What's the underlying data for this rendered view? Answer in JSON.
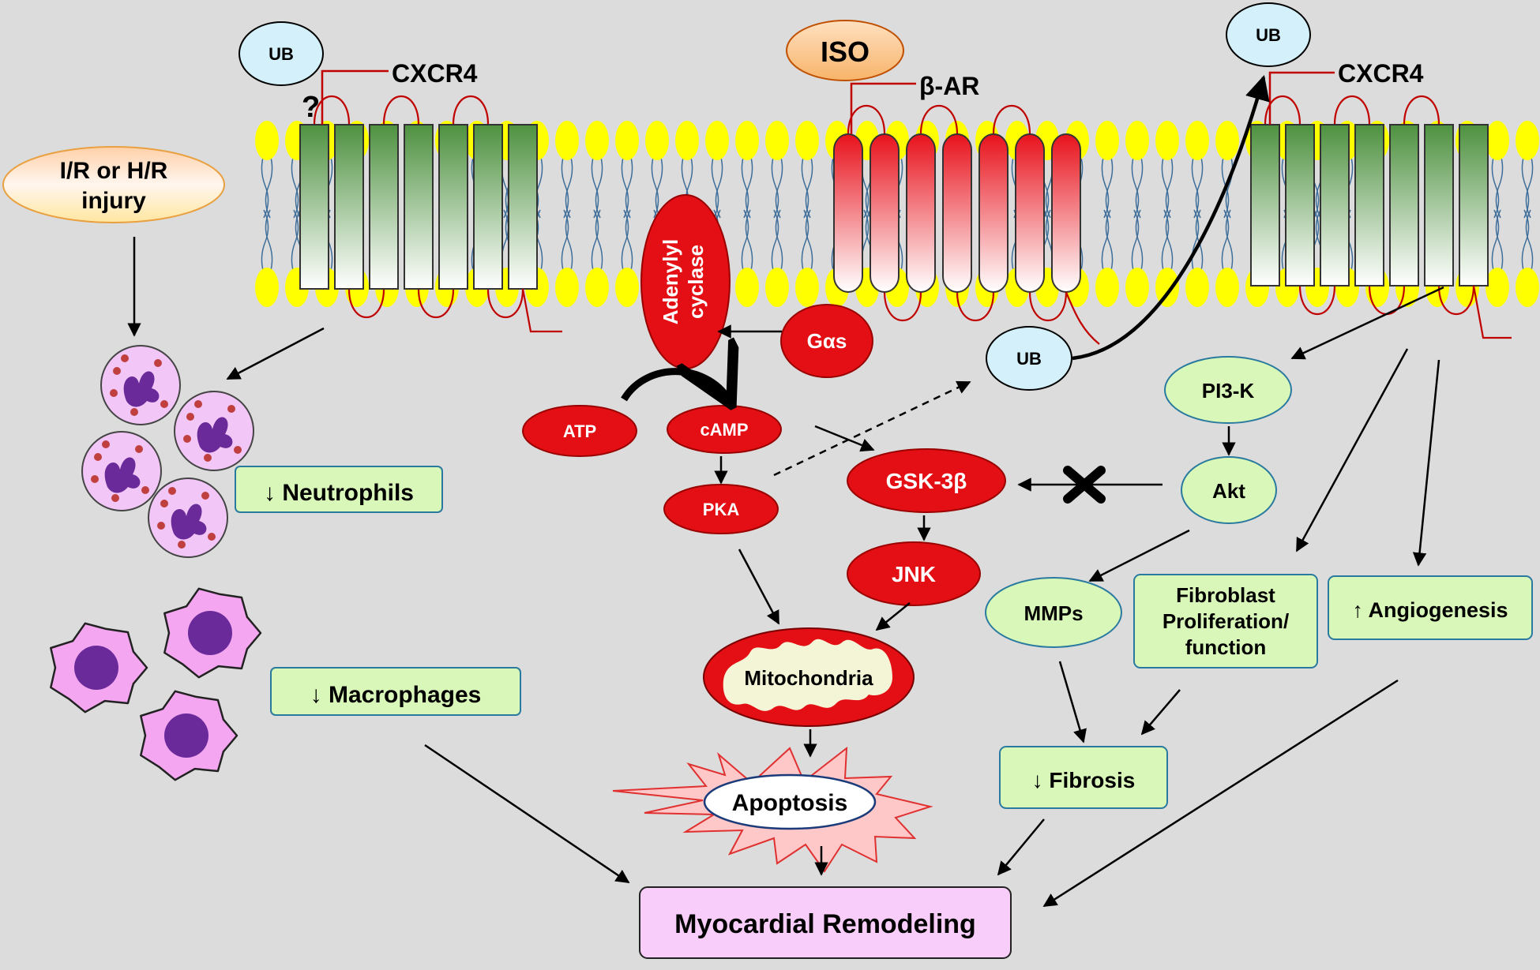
{
  "membrane": {
    "receptor_left": "CXCR4",
    "receptor_mid": "β-AR",
    "receptor_right": "CXCR4",
    "question_mark": "?"
  },
  "ovals": {
    "ub_top_left": "UB",
    "ub_top_right": "UB",
    "ub_mid": "UB",
    "iso": "ISO",
    "injury_line1": "I/R or H/R",
    "injury_line2": "injury",
    "adenylyl_line1": "Adenylyl",
    "adenylyl_line2": "cyclase",
    "gas": "Gαs",
    "atp": "ATP",
    "camp": "cAMP",
    "pka": "PKA",
    "gsk": "GSK-3β",
    "jnk": "JNK",
    "pi3k": "PI3-K",
    "akt": "Akt",
    "mmps": "MMPs",
    "mitochondria": "Mitochondria",
    "apoptosis": "Apoptosis"
  },
  "boxes": {
    "neutrophils": "↓ Neutrophils",
    "macrophages": "↓ Macrophages",
    "fibroblast_line1": "Fibroblast",
    "fibroblast_line2": "Proliferation/",
    "fibroblast_line3": "function",
    "angiogenesis": "↑ Angiogenesis",
    "fibrosis": "↓ Fibrosis",
    "remodeling": "Myocardial Remodeling"
  },
  "colors": {
    "background": "#dcdcdc",
    "lipid_head": "#ffff00",
    "receptor_green": "#5b9a47",
    "receptor_red": "#e8121c",
    "signal_red": "#e40f14",
    "ub_blue": "#d3f0fb",
    "box_green": "#d8f7b8",
    "remodel_pink": "#f9cdf9",
    "cell_purple": "#6a2a9a"
  },
  "icons": [
    "neutrophil-icon",
    "macrophage-icon",
    "inhibition-x-icon",
    "mitochondria-icon",
    "burst-icon"
  ]
}
